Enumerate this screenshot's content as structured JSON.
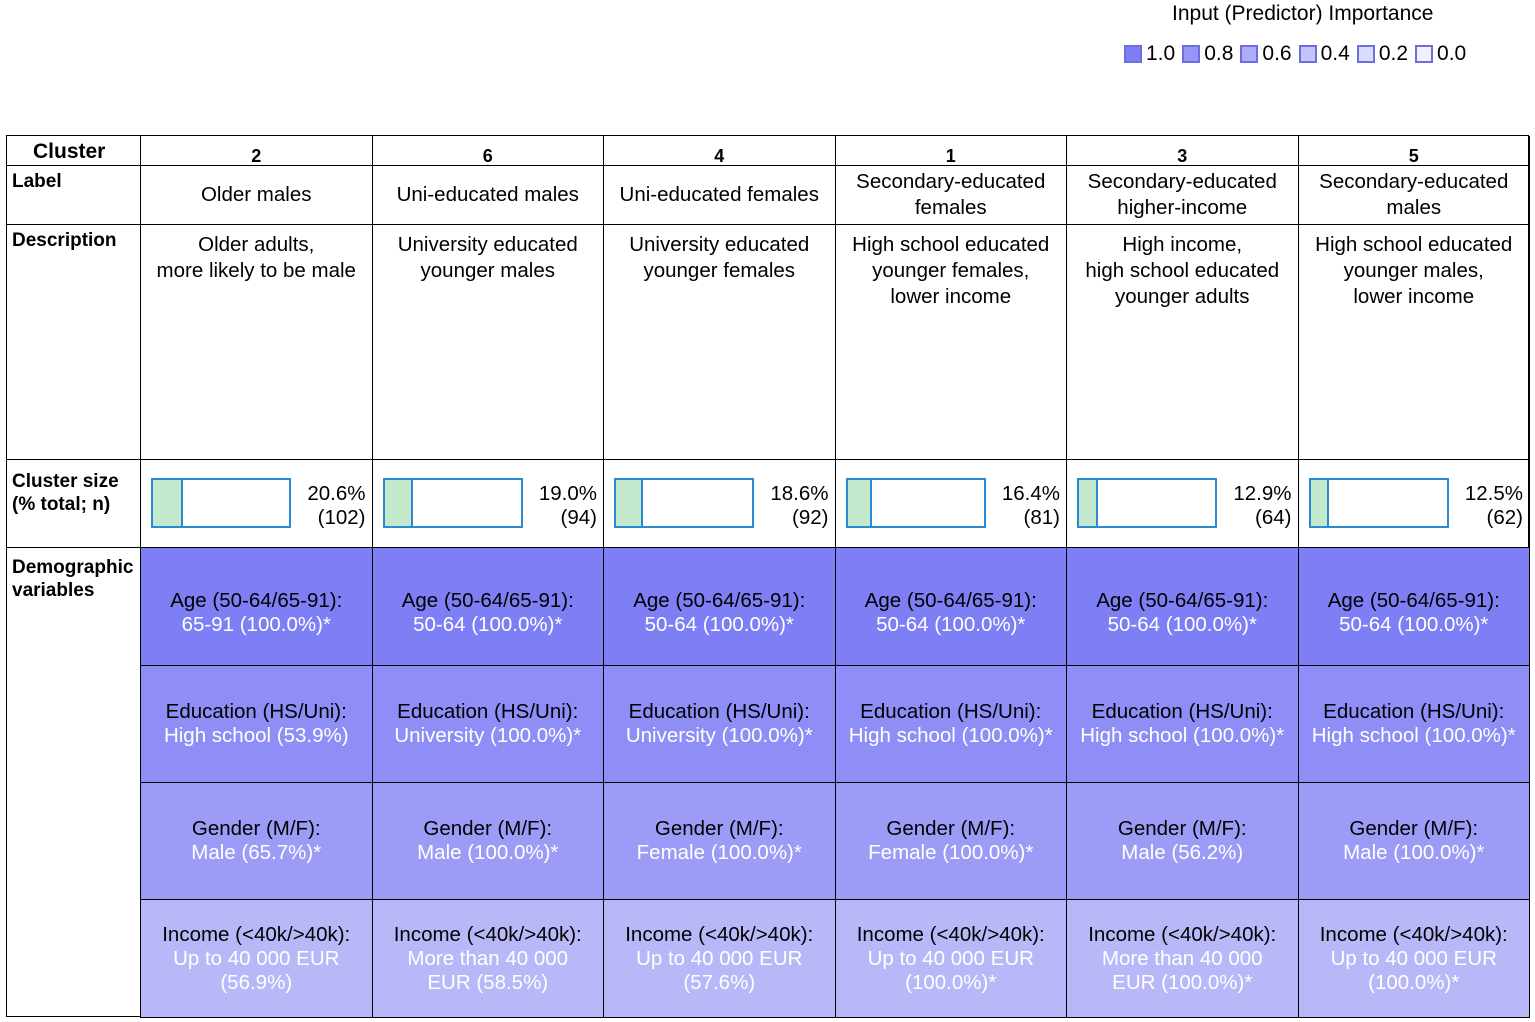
{
  "legend": {
    "title": "Input (Predictor) Importance",
    "items": [
      {
        "label": "1.0",
        "color": "#7f7ff5"
      },
      {
        "label": "0.8",
        "color": "#9696f7"
      },
      {
        "label": "0.6",
        "color": "#adadf8"
      },
      {
        "label": "0.4",
        "color": "#c4c4fa"
      },
      {
        "label": "0.2",
        "color": "#dbdbfc"
      },
      {
        "label": "0.0",
        "color": "#efeffe"
      }
    ]
  },
  "row_headers": {
    "cluster": "Cluster",
    "label": "Label",
    "description": "Description",
    "size_line1": "Cluster size",
    "size_line2": "(% total; n)",
    "demo_line1": "Demographic",
    "demo_line2": "variables"
  },
  "colors": {
    "age": "#7f7ff5",
    "education": "#8e8ef6",
    "gender": "#9c9cf7",
    "income": "#b8b8f9",
    "bar_border": "#2a8ad2",
    "bar_fill": "#c4e8cc"
  },
  "clusters": [
    {
      "number": "2",
      "label": "Older males",
      "desc1": "Older adults,",
      "desc2": "more likely to be male",
      "desc3": "",
      "size_fraction": 0.206,
      "pct": "20.6%",
      "n": "(102)",
      "age_name": "Age (50-64/65-91):",
      "age_val": "65-91 (100.0%)*",
      "edu_name": "Education (HS/Uni):",
      "edu_val": "High school (53.9%)",
      "gender_name": "Gender (M/F):",
      "gender_val": "Male (65.7%)*",
      "income_name": "Income (<40k/>40k):",
      "income_val1": "Up to 40 000 EUR",
      "income_val2": "(56.9%)"
    },
    {
      "number": "6",
      "label": "Uni-educated males",
      "desc1": "University educated",
      "desc2": "younger males",
      "desc3": "",
      "size_fraction": 0.19,
      "pct": "19.0%",
      "n": "(94)",
      "age_name": "Age (50-64/65-91):",
      "age_val": "50-64 (100.0%)*",
      "edu_name": "Education (HS/Uni):",
      "edu_val": "University (100.0%)*",
      "gender_name": "Gender (M/F):",
      "gender_val": "Male (100.0%)*",
      "income_name": "Income (<40k/>40k):",
      "income_val1": "More than 40 000",
      "income_val2": "EUR (58.5%)"
    },
    {
      "number": "4",
      "label": "Uni-educated females",
      "desc1": "University educated",
      "desc2": "younger females",
      "desc3": "",
      "size_fraction": 0.186,
      "pct": "18.6%",
      "n": "(92)",
      "age_name": "Age (50-64/65-91):",
      "age_val": "50-64 (100.0%)*",
      "edu_name": "Education (HS/Uni):",
      "edu_val": "University (100.0%)*",
      "gender_name": "Gender (M/F):",
      "gender_val": "Female (100.0%)*",
      "income_name": "Income (<40k/>40k):",
      "income_val1": "Up to 40 000 EUR",
      "income_val2": "(57.6%)"
    },
    {
      "number": "1",
      "label": "Secondary-educated females",
      "label1": "Secondary-educated",
      "label2": "females",
      "desc1": "High school educated",
      "desc2": "younger females,",
      "desc3": "lower income",
      "size_fraction": 0.164,
      "pct": "16.4%",
      "n": "(81)",
      "age_name": "Age (50-64/65-91):",
      "age_val": "50-64 (100.0%)*",
      "edu_name": "Education (HS/Uni):",
      "edu_val": "High school (100.0%)*",
      "gender_name": "Gender (M/F):",
      "gender_val": "Female (100.0%)*",
      "income_name": "Income (<40k/>40k):",
      "income_val1": "Up to 40 000 EUR",
      "income_val2": "(100.0%)*"
    },
    {
      "number": "3",
      "label": "Secondary-educated higher-income",
      "label1": "Secondary-educated",
      "label2": "higher-income",
      "desc1": "High income,",
      "desc2": "high school educated",
      "desc3": "younger adults",
      "size_fraction": 0.129,
      "pct": "12.9%",
      "n": "(64)",
      "age_name": "Age (50-64/65-91):",
      "age_val": "50-64 (100.0%)*",
      "edu_name": "Education (HS/Uni):",
      "edu_val": "High school (100.0%)*",
      "gender_name": "Gender (M/F):",
      "gender_val": "Male (56.2%)",
      "income_name": "Income (<40k/>40k):",
      "income_val1": "More than 40 000",
      "income_val2": "EUR (100.0%)*"
    },
    {
      "number": "5",
      "label": "Secondary-educated males",
      "label1": "Secondary-educated",
      "label2": "males",
      "desc1": "High school educated",
      "desc2": "younger males,",
      "desc3": "lower income",
      "size_fraction": 0.125,
      "pct": "12.5%",
      "n": "(62)",
      "age_name": "Age (50-64/65-91):",
      "age_val": "50-64 (100.0%)*",
      "edu_name": "Education (HS/Uni):",
      "edu_val": "High school (100.0%)*",
      "gender_name": "Gender (M/F):",
      "gender_val": "Male (100.0%)*",
      "income_name": "Income (<40k/>40k):",
      "income_val1": "Up to 40 000 EUR",
      "income_val2": "(100.0%)*"
    }
  ]
}
